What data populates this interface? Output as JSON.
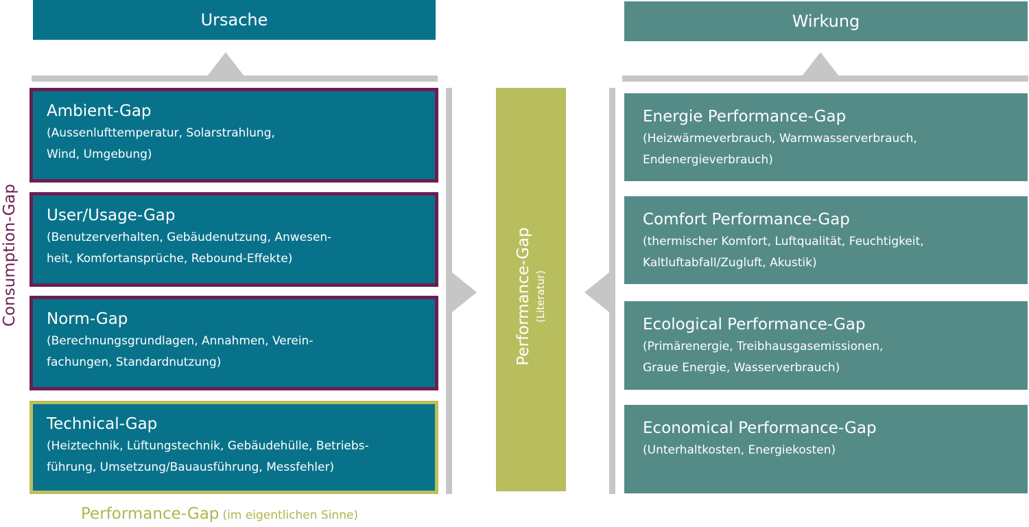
{
  "headers": {
    "left": "Ursache",
    "right": "Wirkung"
  },
  "side_label": "Consumption-Gap",
  "center": {
    "title": "Performance-Gap",
    "subtitle": "(Literatur)"
  },
  "bottom_label": {
    "main": "Performance-Gap",
    "sub": "(im eigentlichen Sinne)"
  },
  "causes": [
    {
      "title": "Ambient-Gap",
      "lines": [
        "(Aussenlufttemperatur, Solarstrahlung,",
        "Wind, Umgebung)"
      ],
      "border": "purple"
    },
    {
      "title": "User/Usage-Gap",
      "lines": [
        "(Benutzerverhalten, Gebäudenutzung, Anwesen-",
        "heit, Komfortansprüche, Rebound-Effekte)"
      ],
      "border": "purple"
    },
    {
      "title": "Norm-Gap",
      "lines": [
        "(Berechnungsgrundlagen, Annahmen, Verein-",
        "fachungen, Standardnutzung)"
      ],
      "border": "purple"
    },
    {
      "title": "Technical-Gap",
      "lines": [
        "(Heiztechnik, Lüftungstechnik, Gebäudehülle, Betriebs-",
        "führung, Umsetzung/Bauausführung, Messfehler)"
      ],
      "border": "olive"
    }
  ],
  "effects": [
    {
      "title": "Energie Performance-Gap",
      "lines": [
        "(Heizwärmeverbrauch, Warmwasserverbrauch,",
        "Endenergieverbrauch)"
      ]
    },
    {
      "title": "Comfort Performance-Gap",
      "lines": [
        "(thermischer Komfort, Luftqualität, Feuchtigkeit,",
        "Kaltluftabfall/Zugluft, Akustik)"
      ]
    },
    {
      "title": "Ecological Performance-Gap",
      "lines": [
        "(Primärenergie, Treibhausgasemissionen,",
        "Graue Energie, Wasserverbrauch)"
      ]
    },
    {
      "title": "Economical Performance-Gap",
      "lines": [
        "(Unterhaltkosten, Energiekosten)"
      ]
    }
  ],
  "colors": {
    "cause_box": "#09728b",
    "effect_box": "#548b87",
    "purple_border": "#6b1f52",
    "olive": "#b8be5e",
    "connector_grey": "#c6c6c6"
  }
}
